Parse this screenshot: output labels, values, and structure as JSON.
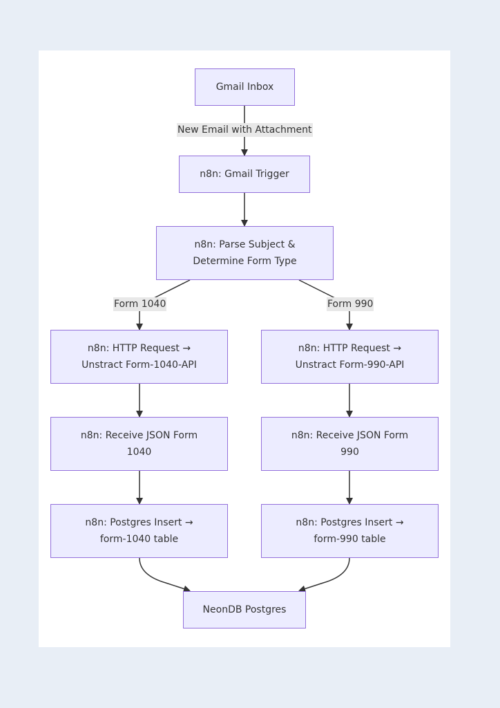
{
  "nodes": {
    "gmail_inbox": "Gmail Inbox",
    "gmail_trigger": "n8n: Gmail Trigger",
    "parse_line1": "n8n: Parse Subject &",
    "parse_line2": "Determine Form Type",
    "http_1040_line1": "n8n: HTTP Request →",
    "http_1040_line2": "Unstract Form-1040-API",
    "http_990_line1": "n8n: HTTP Request →",
    "http_990_line2": "Unstract Form-990-API",
    "recv_1040_line1": "n8n: Receive JSON Form",
    "recv_1040_line2": "1040",
    "recv_990_line1": "n8n: Receive JSON Form",
    "recv_990_line2": "990",
    "pg_1040_line1": "n8n: Postgres Insert →",
    "pg_1040_line2": "form-1040 table",
    "pg_990_line1": "n8n: Postgres Insert →",
    "pg_990_line2": "form-990 table",
    "neondb": "NeonDB Postgres"
  },
  "edge_labels": {
    "new_email": "New Email with Attachment",
    "form_1040": "Form 1040",
    "form_990": "Form 990"
  },
  "colors": {
    "node_fill": "#ececff",
    "node_border": "#9370db",
    "edge": "#333333",
    "label_bg": "#e8e8e8",
    "background": "#e8eef6"
  }
}
